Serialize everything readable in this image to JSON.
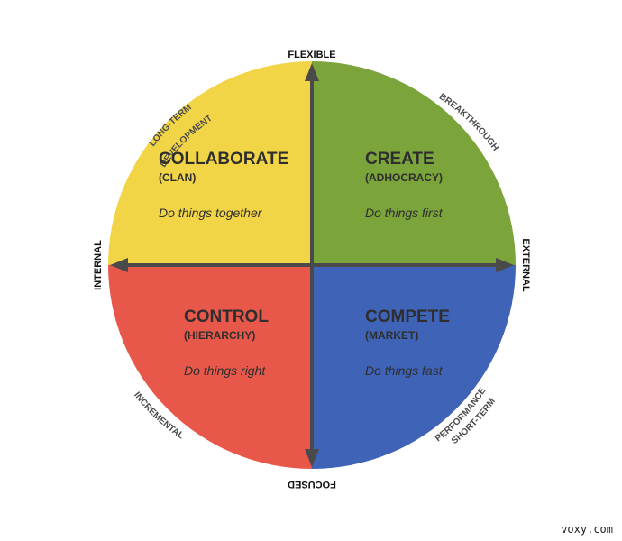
{
  "colors": {
    "collaborate": "#f2d546",
    "create": "#7ba43b",
    "control": "#e8584a",
    "compete": "#3f63b6",
    "arrow": "#4a4a4a"
  },
  "axes": {
    "top": "FLEXIBLE",
    "bottom": "FOCUSED",
    "left": "INTERNAL",
    "right": "EXTERNAL"
  },
  "arcs": {
    "top_left_line1": "LONG-TERM",
    "top_left_line2": "DEVELOPMENT",
    "top_right": "BREAKTHROUGH",
    "bottom_left": "INCREMENTAL",
    "bottom_right_line1": "SHORT-TERM",
    "bottom_right_line2": "PERFORMANCE"
  },
  "quadrants": {
    "collaborate": {
      "title": "COLLABORATE",
      "subtitle": "(CLAN)",
      "motto": "Do things together"
    },
    "create": {
      "title": "CREATE",
      "subtitle": "(ADHOCRACY)",
      "motto": "Do things first"
    },
    "control": {
      "title": "CONTROL",
      "subtitle": "(HIERARCHY)",
      "motto": "Do things right"
    },
    "compete": {
      "title": "COMPETE",
      "subtitle": "(MARKET)",
      "motto": "Do things fast"
    }
  },
  "watermark": "voxy.com"
}
